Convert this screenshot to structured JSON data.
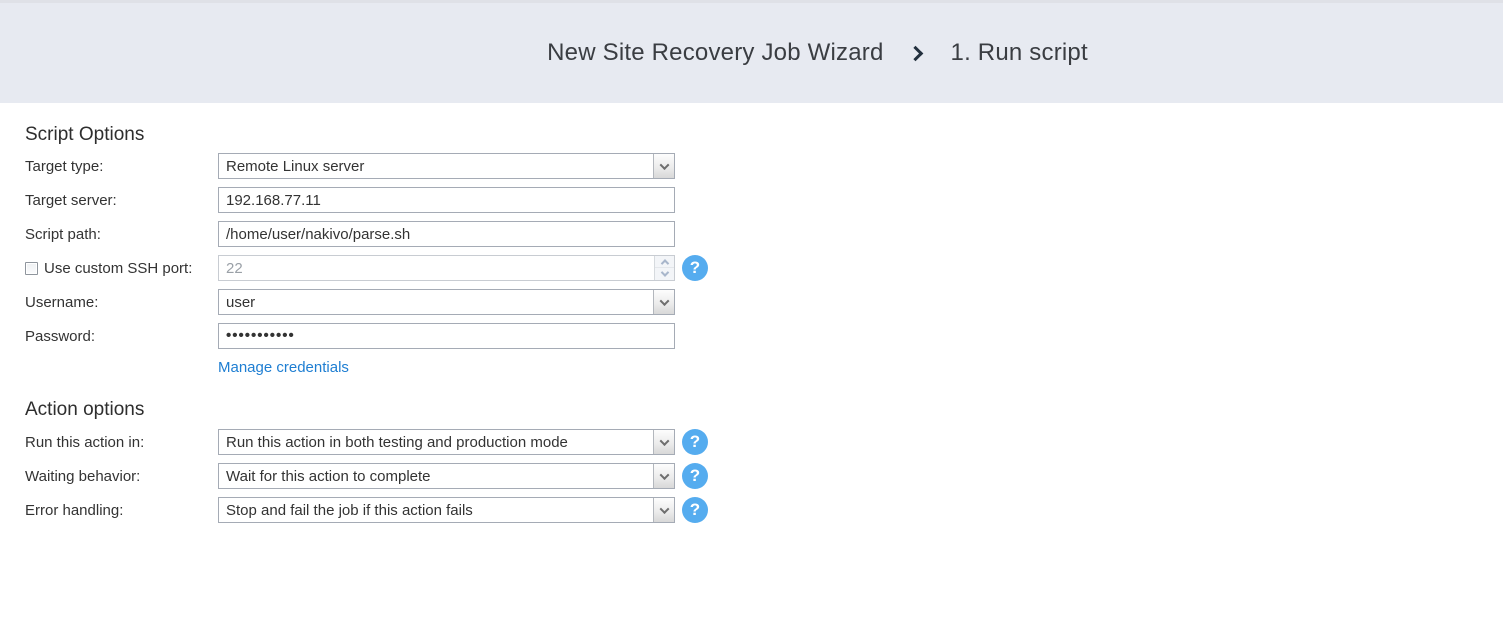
{
  "header": {
    "title": "New Site Recovery Job Wizard",
    "step": "1. Run script"
  },
  "icons": {
    "help_glyph": "?"
  },
  "script_options": {
    "heading": "Script Options",
    "target_type": {
      "label": "Target type:",
      "value": "Remote Linux server"
    },
    "target_server": {
      "label": "Target server:",
      "value": "192.168.77.11"
    },
    "script_path": {
      "label": "Script path:",
      "value": "/home/user/nakivo/parse.sh"
    },
    "ssh_port": {
      "label": "Use custom SSH port:",
      "value": "22",
      "checked": false
    },
    "username": {
      "label": "Username:",
      "value": "user"
    },
    "password": {
      "label": "Password:",
      "value": "•••••••••••"
    },
    "manage_credentials_label": "Manage credentials"
  },
  "action_options": {
    "heading": "Action options",
    "run_mode": {
      "label": "Run this action in:",
      "value": "Run this action in both testing and production mode"
    },
    "waiting_behavior": {
      "label": "Waiting behavior:",
      "value": "Wait for this action to complete"
    },
    "error_handling": {
      "label": "Error handling:",
      "value": "Stop and fail the job if this action fails"
    }
  },
  "colors": {
    "header_bg": "#e7eaf1",
    "help_icon": "#55acef",
    "link": "#1e7ed2",
    "field_border": "#a5abb5"
  }
}
